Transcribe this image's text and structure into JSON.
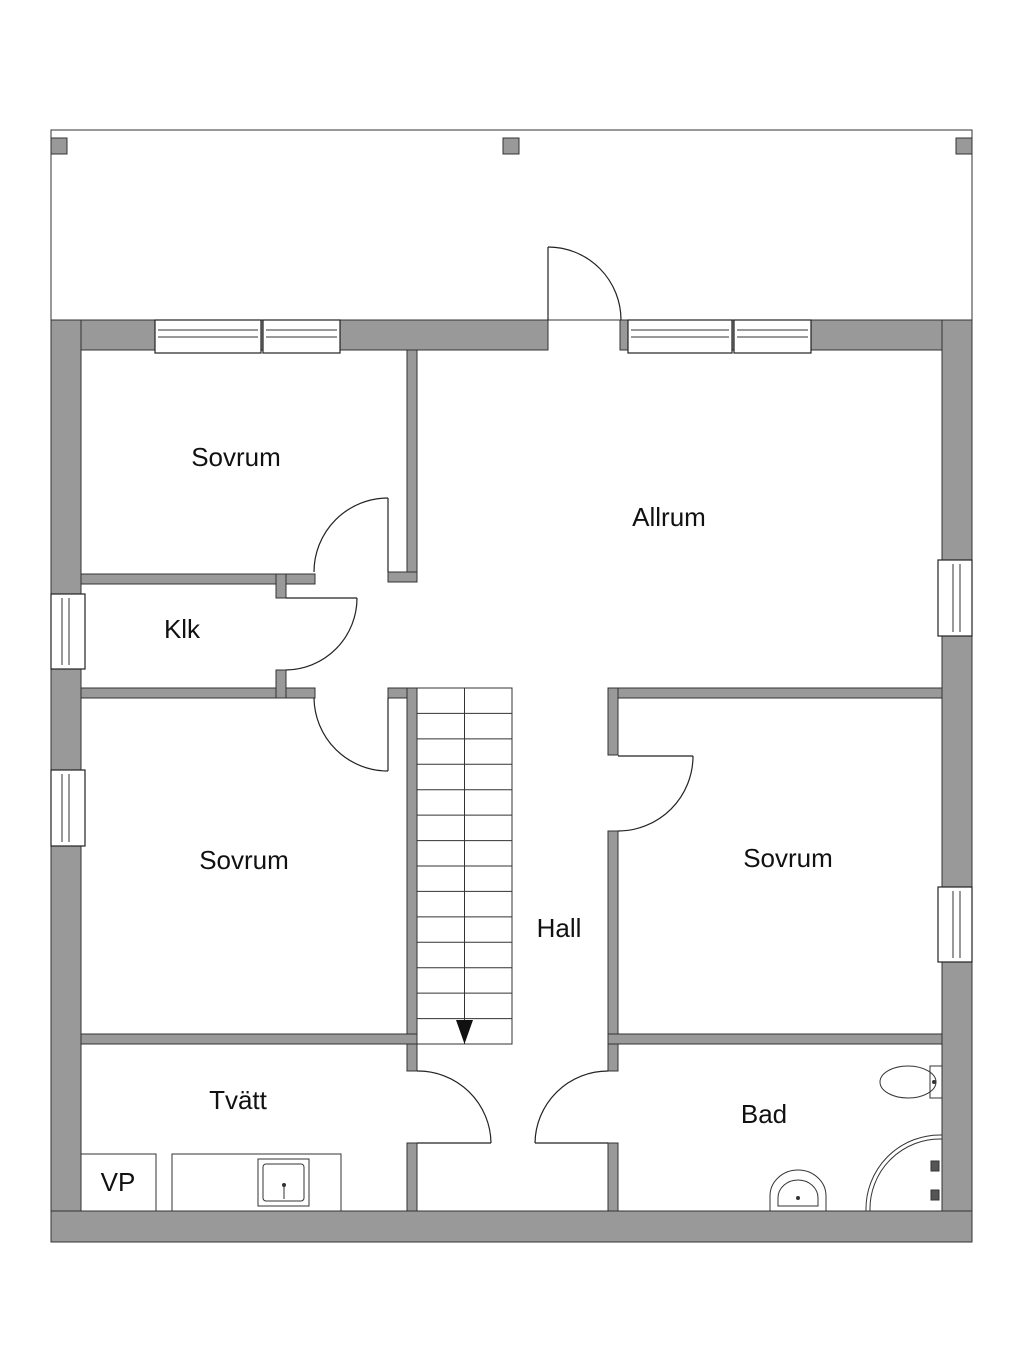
{
  "rooms": {
    "bedroom_top_left": "Sovrum",
    "living": "Allrum",
    "closet": "Klk",
    "bedroom_left": "Sovrum",
    "bedroom_right": "Sovrum",
    "hall": "Hall",
    "laundry": "Tvätt",
    "bath": "Bad",
    "heat_pump": "VP"
  }
}
